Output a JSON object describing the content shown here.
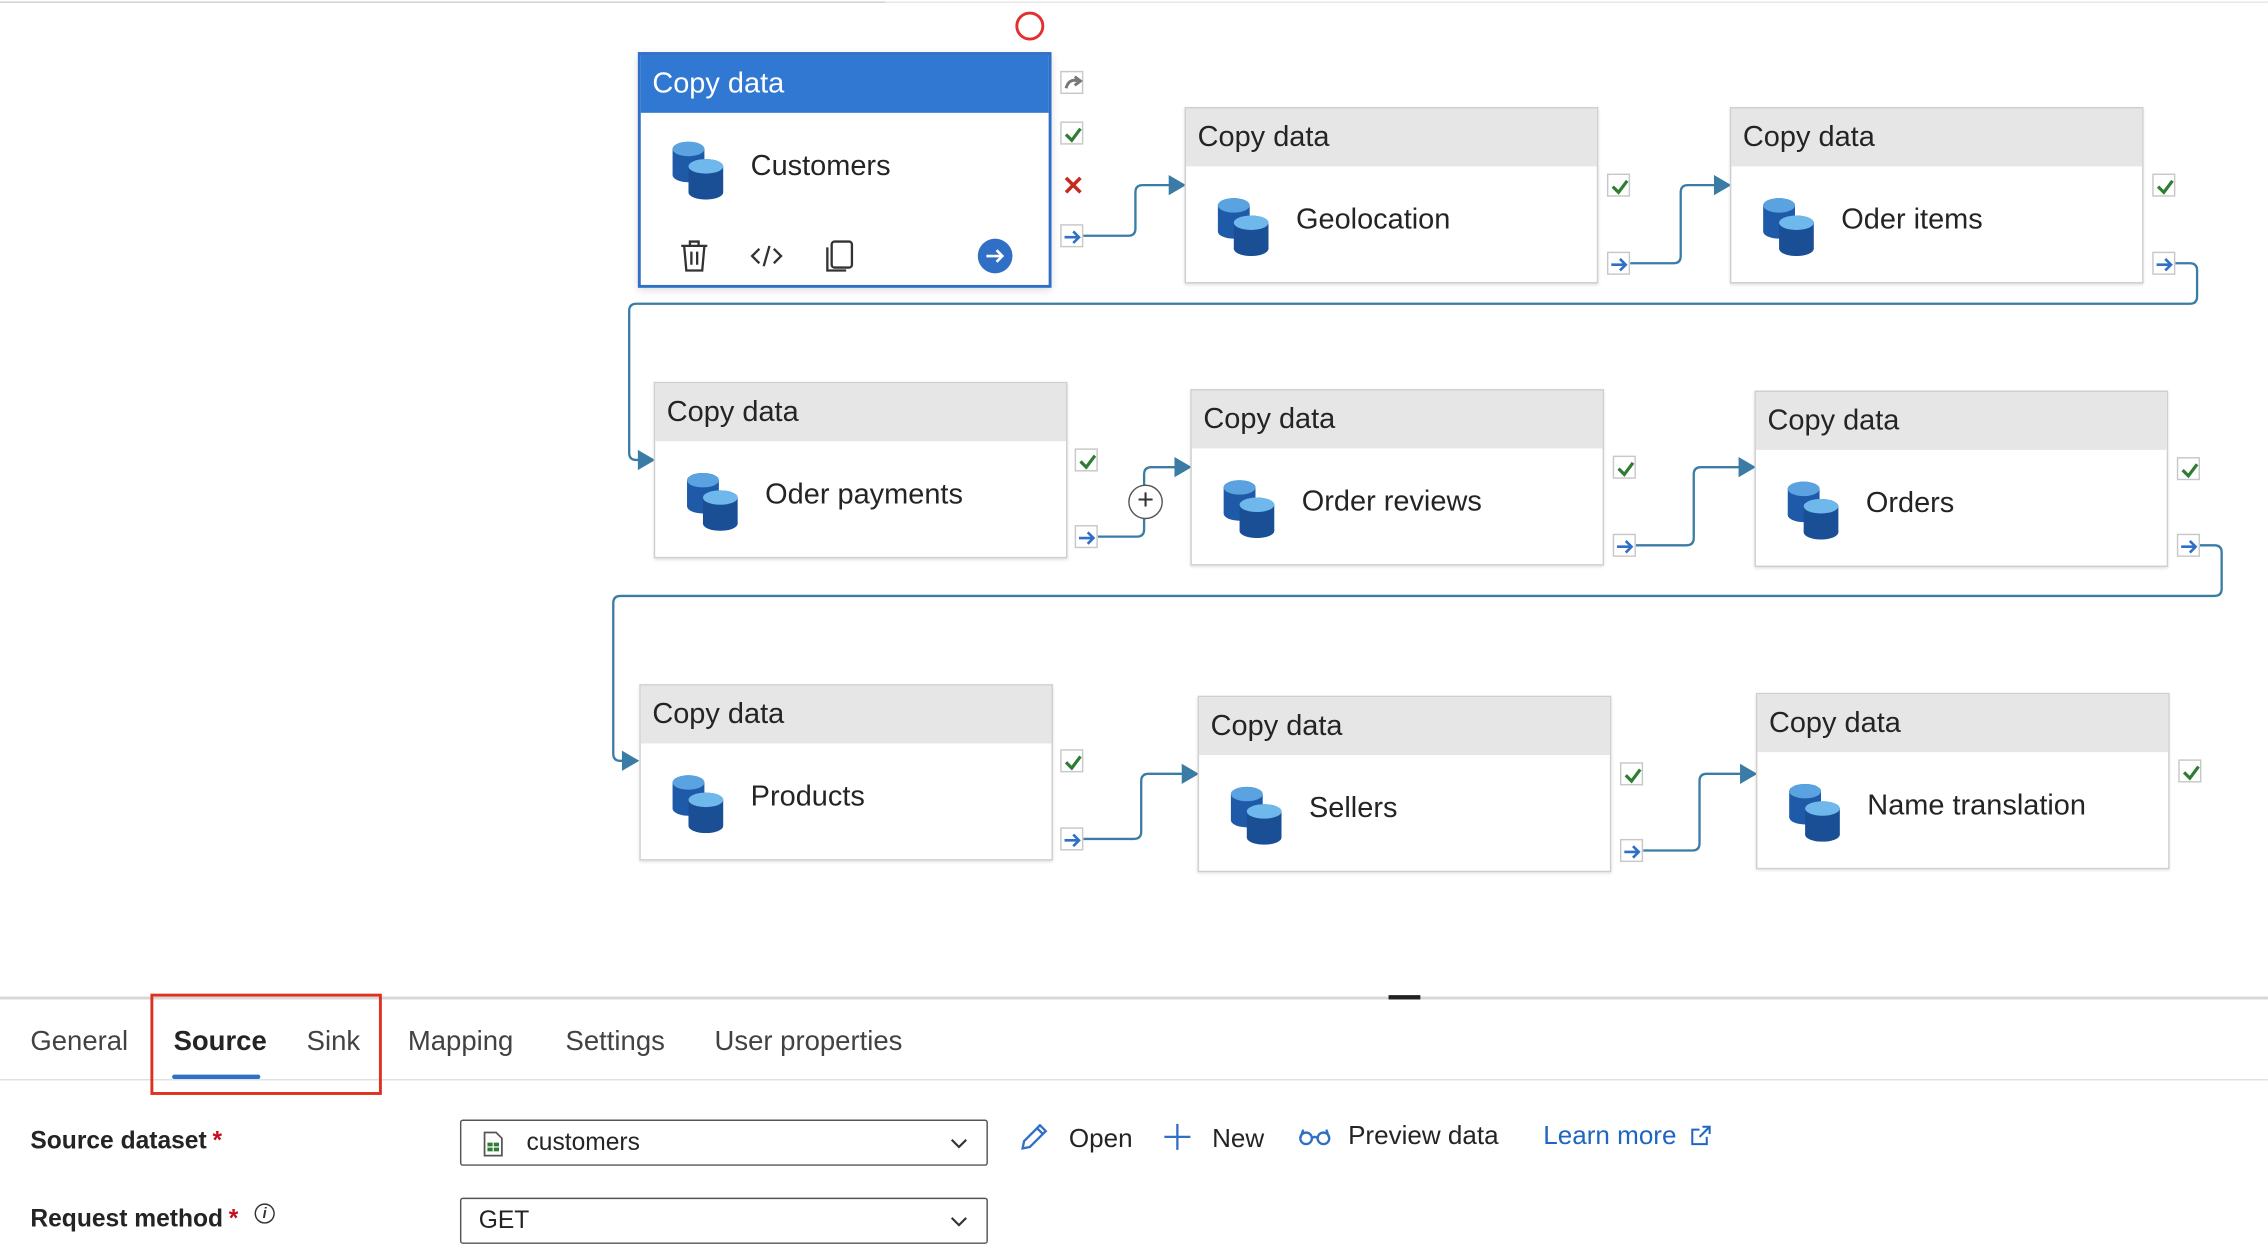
{
  "activities": [
    {
      "type_label": "Copy data",
      "name": "Customers",
      "selected": true
    },
    {
      "type_label": "Copy data",
      "name": "Geolocation"
    },
    {
      "type_label": "Copy data",
      "name": "Oder items"
    },
    {
      "type_label": "Copy data",
      "name": "Oder payments"
    },
    {
      "type_label": "Copy data",
      "name": "Order reviews"
    },
    {
      "type_label": "Copy data",
      "name": "Orders"
    },
    {
      "type_label": "Copy data",
      "name": "Products"
    },
    {
      "type_label": "Copy data",
      "name": "Sellers"
    },
    {
      "type_label": "Copy data",
      "name": "Name translation"
    }
  ],
  "tabs": [
    {
      "label": "General"
    },
    {
      "label": "Source",
      "active": true
    },
    {
      "label": "Sink"
    },
    {
      "label": "Mapping"
    },
    {
      "label": "Settings"
    },
    {
      "label": "User properties"
    }
  ],
  "form": {
    "source_dataset": {
      "label": "Source dataset",
      "required": "*",
      "value": "customers"
    },
    "request_method": {
      "label": "Request method",
      "required": "*",
      "info": "i",
      "value": "GET"
    }
  },
  "actions": {
    "open": "Open",
    "new": "New",
    "preview": "Preview data",
    "learn_more": "Learn more"
  },
  "colors": {
    "accent": "#2f6fc6",
    "success": "#2e7d32",
    "failure": "#c42b1c",
    "highlight": "#e0301e",
    "db_icon": "#1e5aa8"
  }
}
